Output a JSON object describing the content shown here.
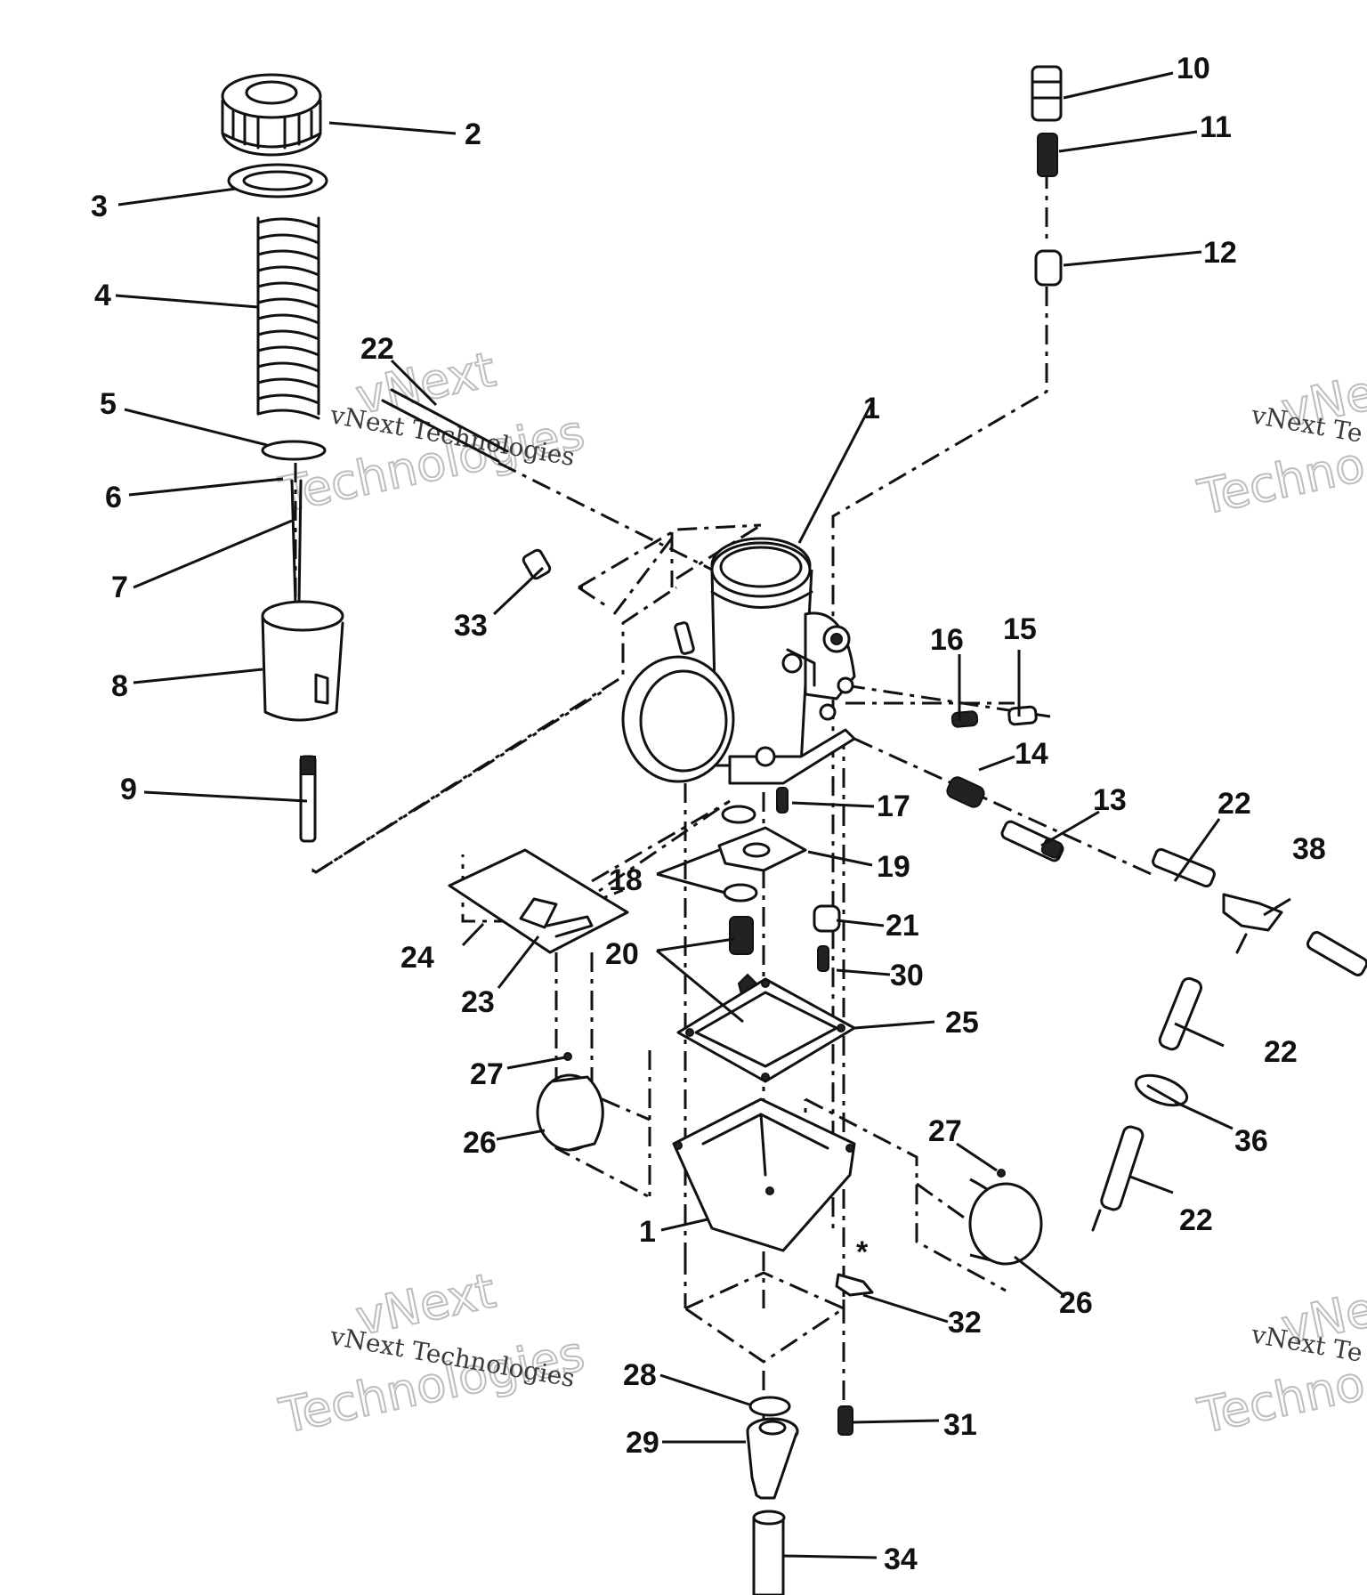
{
  "callouts": {
    "c1a": "1",
    "c1b": "1",
    "c2": "2",
    "c3": "3",
    "c4": "4",
    "c5": "5",
    "c6": "6",
    "c7": "7",
    "c8": "8",
    "c9": "9",
    "c10": "10",
    "c11": "11",
    "c12": "12",
    "c13": "13",
    "c14": "14",
    "c15": "15",
    "c16": "16",
    "c17": "17",
    "c18": "18",
    "c19": "19",
    "c20": "20",
    "c21": "21",
    "c22a": "22",
    "c22b": "22",
    "c22c": "22",
    "c22d": "22",
    "c23": "23",
    "c24": "24",
    "c25": "25",
    "c26a": "26",
    "c26b": "26",
    "c27a": "27",
    "c27b": "27",
    "c28": "28",
    "c29": "29",
    "c30": "30",
    "c31": "31",
    "c32": "32",
    "c33": "33",
    "c34": "34",
    "c36": "36",
    "c38": "38",
    "asterisk": "*"
  },
  "watermark": {
    "brand": "vNext",
    "brand_word2": "Technologies",
    "full": "vNext Technologies",
    "cut_brand": "vNe",
    "cut_full": "vNext Te",
    "cut_word2": "Techno"
  },
  "colors": {
    "ink": "#111111",
    "background": "#ffffff",
    "watermark": "#bdbdbd"
  }
}
